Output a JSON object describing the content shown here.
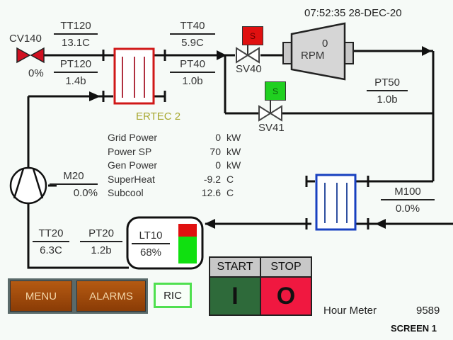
{
  "datetime": "07:52:35 28-DEC-20",
  "valve_cv140": {
    "label": "CV140",
    "value": "0%",
    "color": "#d01020"
  },
  "tt120": {
    "label": "TT120",
    "value": "13.1C"
  },
  "pt120": {
    "label": "PT120",
    "value": "1.4b"
  },
  "tt40": {
    "label": "TT40",
    "value": "5.9C"
  },
  "pt40": {
    "label": "PT40",
    "value": "1.0b"
  },
  "sv40": {
    "label": "SV40",
    "badge": "S",
    "state_color": "#e01010"
  },
  "sv41": {
    "label": "SV41",
    "badge": "S",
    "state_color": "#20d020"
  },
  "turbine": {
    "rpm_value": "0",
    "rpm_label": "RPM"
  },
  "pt50": {
    "label": "PT50",
    "value": "1.0b"
  },
  "evaporator": {
    "label": "ERTEC 2",
    "color": "#d01818",
    "label_color": "#a8a830"
  },
  "condenser": {
    "color": "#1840c0"
  },
  "m20": {
    "label": "M20",
    "value": "0.0%"
  },
  "m100": {
    "label": "M100",
    "value": "0.0%"
  },
  "tt20": {
    "label": "TT20",
    "value": "6.3C"
  },
  "pt20": {
    "label": "PT20",
    "value": "1.2b"
  },
  "lt10": {
    "label": "LT10",
    "value": "68%",
    "level_fraction": 0.68
  },
  "data_table": [
    {
      "name": "Grid Power",
      "value": "0",
      "unit": "kW"
    },
    {
      "name": "Power SP",
      "value": "70",
      "unit": "kW"
    },
    {
      "name": "Gen Power",
      "value": "0",
      "unit": "kW"
    },
    {
      "name": "SuperHeat",
      "value": "-9.2",
      "unit": "C"
    },
    {
      "name": "Subcool",
      "value": "12.6",
      "unit": "C"
    }
  ],
  "buttons": {
    "menu": "MENU",
    "alarms": "ALARMS",
    "ric": "RIC",
    "start_label": "START",
    "start_symbol": "I",
    "stop_label": "STOP",
    "stop_symbol": "O"
  },
  "hour_meter": {
    "label": "Hour Meter",
    "value": "9589"
  },
  "screen_label": "SCREEN 1"
}
